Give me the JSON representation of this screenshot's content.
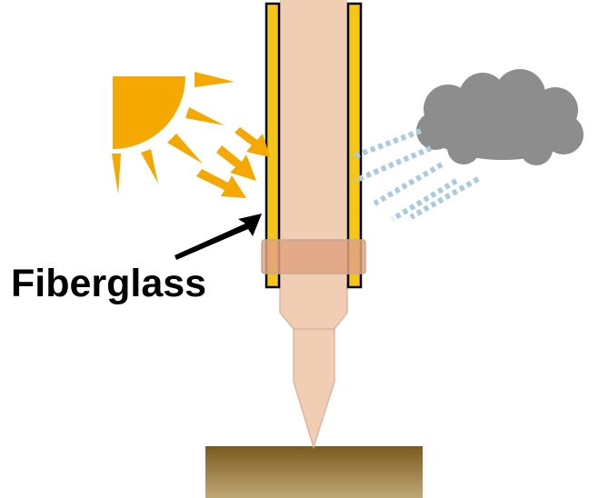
{
  "labels": {
    "material": "Fiberglass"
  },
  "icons": {
    "sun": "sun-icon",
    "cloud": "cloud-icon",
    "rain": "rain-streaks",
    "pointer": "arrow-pointer"
  },
  "colors": {
    "pole": "#f1cdb3",
    "fiberglass": "#f5c518",
    "sun": "#f5a800",
    "cloud": "#8d8d8d",
    "rain": "#a9cbe0",
    "band": "#e0a383",
    "ground_top": "#7a5a20",
    "ground_bottom": "#c0a875"
  }
}
